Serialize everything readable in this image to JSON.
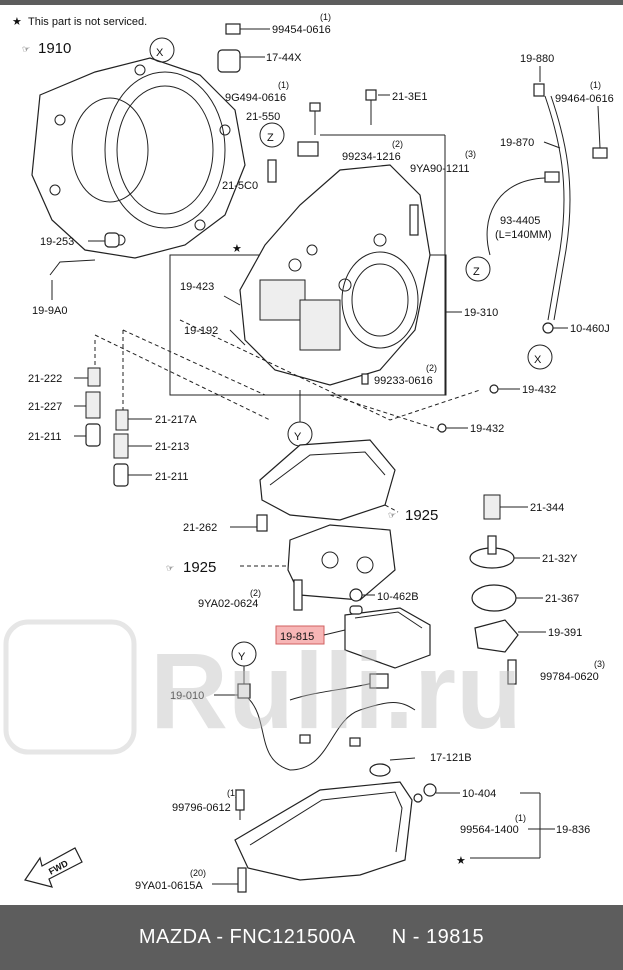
{
  "note": "This part is not serviced.",
  "labels": {
    "l1910": "1910",
    "l99454a": "99454-0616",
    "l99454q": "(1)",
    "l1744x": "17-44X",
    "l9g494": "9G494-0616",
    "l9g494q": "(1)",
    "l213e1": "21-3E1",
    "l21550": "21-550",
    "l99234": "99234-1216",
    "l99234q": "(2)",
    "l9ya90": "9YA90-1211",
    "l9ya90q": "(3)",
    "l215c0": "21-5C0",
    "l19253": "19-253",
    "l199a0": "19-9A0",
    "l19423": "19-423",
    "l19192": "19-192",
    "l19880": "19-880",
    "l99464": "99464-0616",
    "l99464q": "(1)",
    "l19870": "19-870",
    "l934405": "93-4405",
    "l934405len": "(L=140MM)",
    "l19310": "19-310",
    "l10460j": "10-460J",
    "l99233": "99233-0616",
    "l99233q": "(2)",
    "l19432a": "19-432",
    "l19432b": "19-432",
    "l21222": "21-222",
    "l21227": "21-227",
    "l21211a": "21-211",
    "l21217a": "21-217A",
    "l21213": "21-213",
    "l21211b": "21-211",
    "l21262": "21-262",
    "l1925a": "1925",
    "l21344": "21-344",
    "l1925b": "1925",
    "l2132y": "21-32Y",
    "l9ya02": "9YA02-0624",
    "l9ya02q": "(2)",
    "l10462b": "10-462B",
    "l21367": "21-367",
    "l19815": "19-815",
    "l19391": "19-391",
    "l99784": "99784-0620",
    "l99784q": "(3)",
    "l19010": "19-010",
    "l17121b": "17-121B",
    "l99796": "99796-0612",
    "l99796q": "(1)",
    "l10404": "10-404",
    "l99564": "99564-1400",
    "l99564q": "(1)",
    "l19836": "19-836",
    "l9ya01": "9YA01-0615A",
    "l9ya01q": "(20)",
    "fwd": "FWD",
    "callX1": "X",
    "callX2": "X",
    "callZ1": "Z",
    "callZ2": "Z",
    "callY1": "Y",
    "callY2": "Y"
  },
  "watermark": "Rulli.ru",
  "footer": {
    "brand_part": "MAZDA - FNC121500A",
    "ref": "N - 19815"
  },
  "colors": {
    "highlight": "#f7b6b6",
    "footer_bg": "#5d5d5d"
  }
}
